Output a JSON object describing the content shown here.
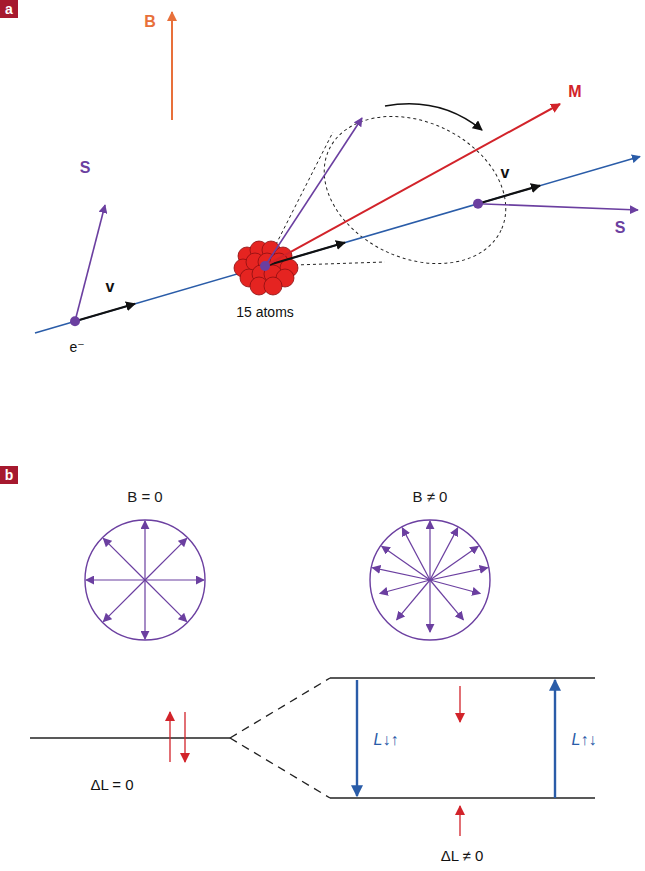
{
  "diagram": {
    "nodes": [
      {
        "text": [
          "a"
        ]
      },
      {
        "text": [
          "b"
        ]
      },
      {
        "text": [
          "B = 0"
        ]
      },
      {
        "text": [
          "B ≠ 0"
        ]
      }
    ],
    "labels": [
      "B",
      "S",
      "v",
      "e⁻",
      "15 atoms",
      "M",
      "v",
      "S",
      "ΔL = 0",
      "L↓↑",
      "L↑↓",
      "ΔL ≠ 0"
    ]
  }
}
